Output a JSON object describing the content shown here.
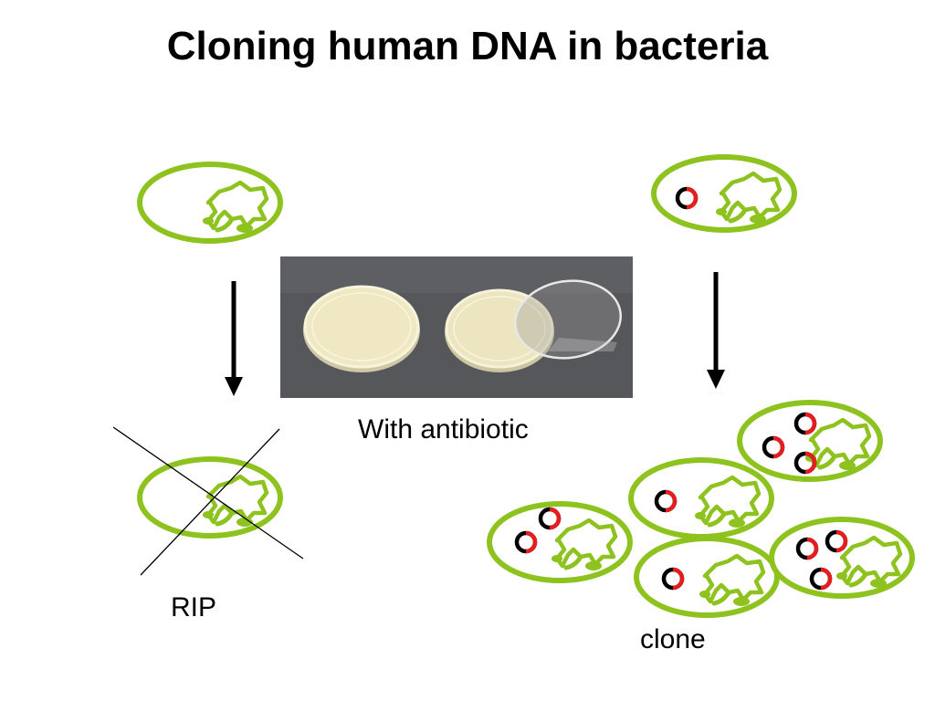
{
  "title": "Cloning human DNA in bacteria",
  "labels": {
    "antibiotic": "With antibiotic",
    "rip": "RIP",
    "clone": "clone"
  },
  "colors": {
    "cell_outline": "#8dc21f",
    "plasmid_outer": "#000000",
    "plasmid_insert": "#e41e1e",
    "arrow": "#000000",
    "photo_background": "#56575a",
    "dish": "#efe8c2"
  },
  "photo": {
    "subject": "two petri dishes on a dark bench"
  }
}
